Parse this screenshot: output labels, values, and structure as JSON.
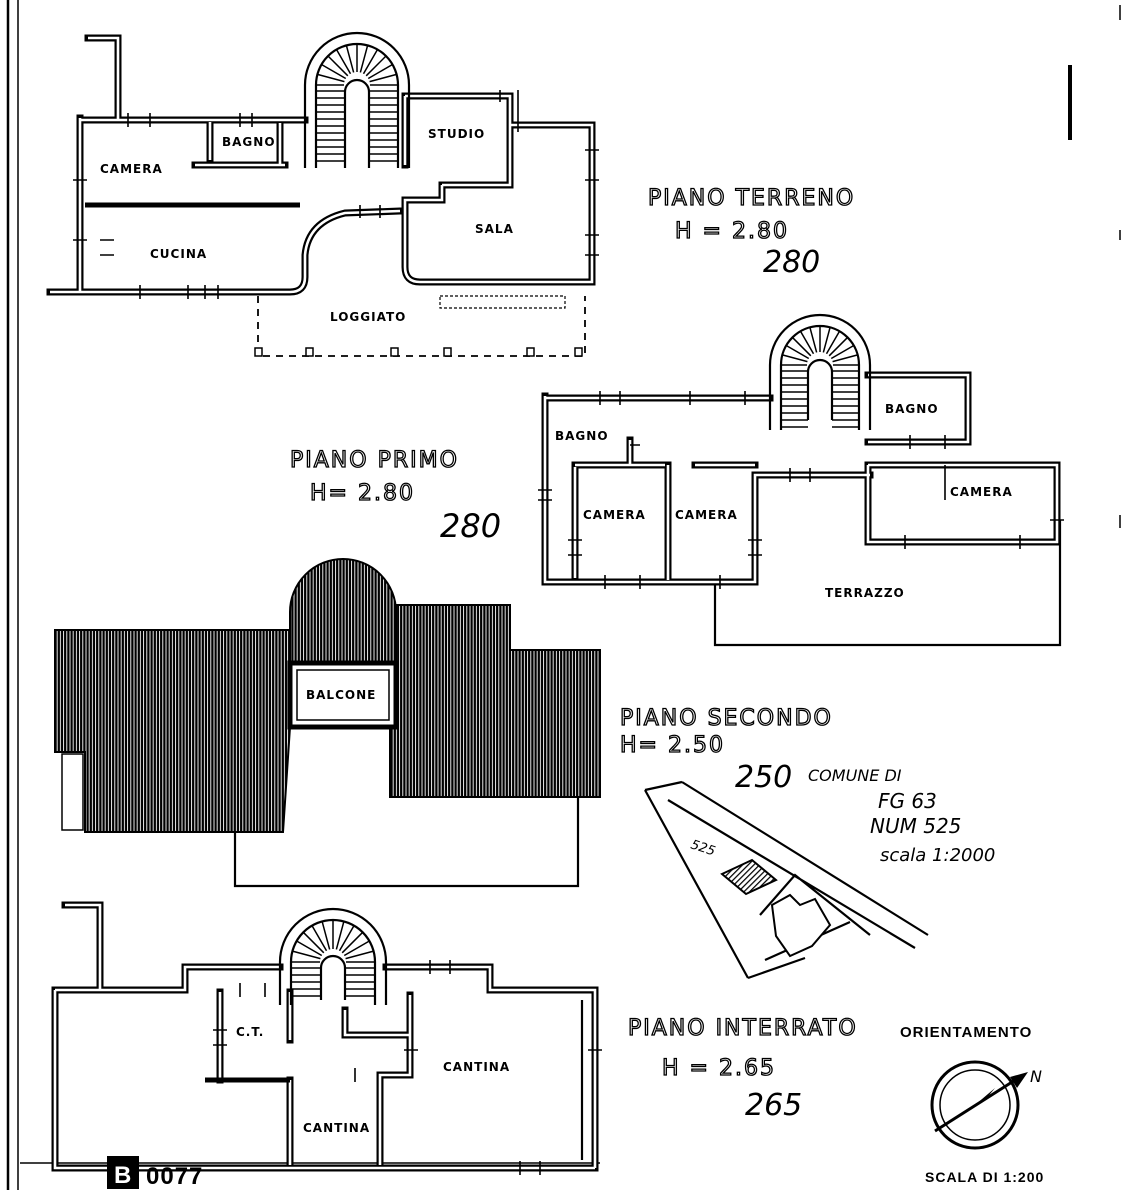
{
  "piano_terreno": {
    "title": "PIANO TERRENO",
    "height": "H = 2.80",
    "height_value": "280",
    "rooms": {
      "camera": "CAMERA",
      "bagno": "BAGNO",
      "studio": "STUDIO",
      "sala": "SALA",
      "cucina": "CUCINA",
      "loggiato": "LOGGIATO"
    }
  },
  "piano_primo": {
    "title": "PIANO PRIMO",
    "height": "H= 2.80",
    "height_value": "280",
    "rooms": {
      "bagno_1": "BAGNO",
      "bagno_2": "BAGNO",
      "camera_1": "CAMERA",
      "camera_2": "CAMERA",
      "camera_3": "CAMERA",
      "terrazzo": "TERRAZZO"
    }
  },
  "piano_secondo": {
    "title": "PIANO SECONDO",
    "height": "H= 2.50",
    "height_value": "250",
    "rooms": {
      "balcone": "BALCONE"
    }
  },
  "catasto": {
    "comune": "COMUNE DI",
    "foglio": "FG 63",
    "numero": "NUM 525",
    "scala": "scala 1:2000",
    "parcel": "525"
  },
  "piano_interrato": {
    "title": "PIANO INTERRATO",
    "height": "H = 2.65",
    "height_value": "265",
    "rooms": {
      "ct": "C.T.",
      "cantina_1": "CANTINA",
      "cantina_2": "CANTINA"
    }
  },
  "orientamento": {
    "label": "ORIENTAMENTO",
    "north": "N"
  },
  "scala": "SCALA DI 1:200",
  "stamp": {
    "letter": "B",
    "number": "0077"
  }
}
